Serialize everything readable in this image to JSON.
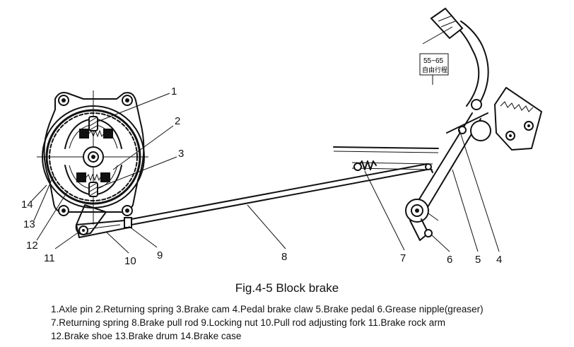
{
  "figure": {
    "caption": "Fig.4-5  Block brake",
    "pedal_travel_label_top": "55~65",
    "pedal_travel_label_bottom": "自由行程",
    "callouts": [
      "1",
      "2",
      "3",
      "4",
      "5",
      "6",
      "7",
      "8",
      "9",
      "10",
      "11",
      "12",
      "13",
      "14"
    ],
    "legend_lines": [
      "1.Axle pin  2.Returning spring  3.Brake cam  4.Pedal brake claw  5.Brake pedal  6.Grease nipple(greaser)",
      "7.Returning spring 8.Brake pull rod  9.Locking nut  10.Pull rod adjusting fork  11.Brake rock arm",
      "12.Brake shoe  13.Brake drum  14.Brake case"
    ]
  }
}
